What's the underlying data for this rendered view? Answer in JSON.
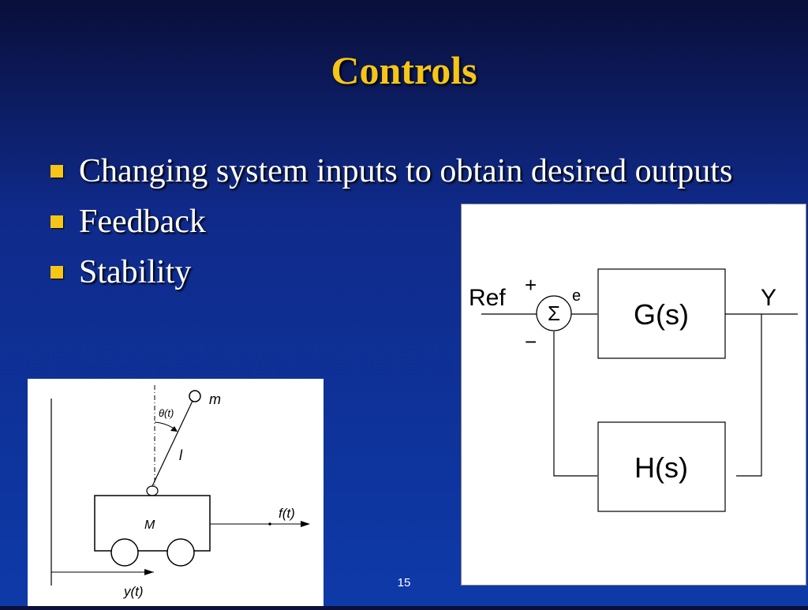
{
  "slide": {
    "title": "Controls",
    "page_number": "15"
  },
  "bullets": [
    {
      "text": "Changing system inputs to obtain desired outputs"
    },
    {
      "text": "Feedback"
    },
    {
      "text": "Stability"
    }
  ],
  "colors": {
    "title": "#f5c518",
    "bullet_marker": "#f5c518",
    "text": "#ffffff"
  },
  "pendulum_diagram": {
    "mass_label": "m",
    "angle_label": "θ(t)",
    "length_label": "l",
    "cart_label": "M",
    "force_label": "f(t)",
    "position_label": "y(t)"
  },
  "block_diagram": {
    "ref_label": "Ref",
    "plus_sign": "+",
    "minus_sign": "−",
    "sum_symbol": "Σ",
    "error_label": "e",
    "forward_block": "G(s)",
    "output_label": "Y",
    "feedback_block": "H(s)"
  }
}
